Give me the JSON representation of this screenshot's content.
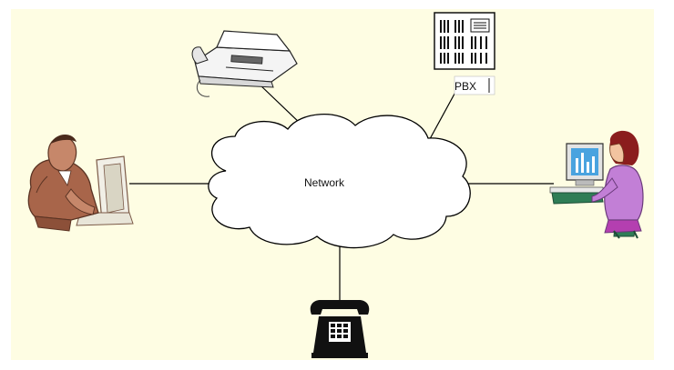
{
  "diagram": {
    "center_node": {
      "label": "Network",
      "icon": "cloud-icon"
    },
    "nodes": [
      {
        "id": "fax",
        "icon": "fax-machine-icon",
        "label": ""
      },
      {
        "id": "pbx",
        "icon": "pbx-switch-icon",
        "label": "PBX"
      },
      {
        "id": "man-at-computer",
        "icon": "man-computer-user-icon",
        "label": ""
      },
      {
        "id": "woman-at-computer",
        "icon": "woman-computer-user-icon",
        "label": ""
      },
      {
        "id": "desk-phone",
        "icon": "telephone-icon",
        "label": ""
      }
    ],
    "colors": {
      "background": "#fefde3",
      "cloud_fill": "#ffffff",
      "cloud_stroke": "#000000",
      "line": "#000000",
      "woman_shirt": "#c27fd6",
      "woman_hair": "#8b1d1d",
      "monitor_screen": "#4aa3df",
      "chair": "#2f7d56",
      "man_skin": "#c6876a"
    }
  }
}
